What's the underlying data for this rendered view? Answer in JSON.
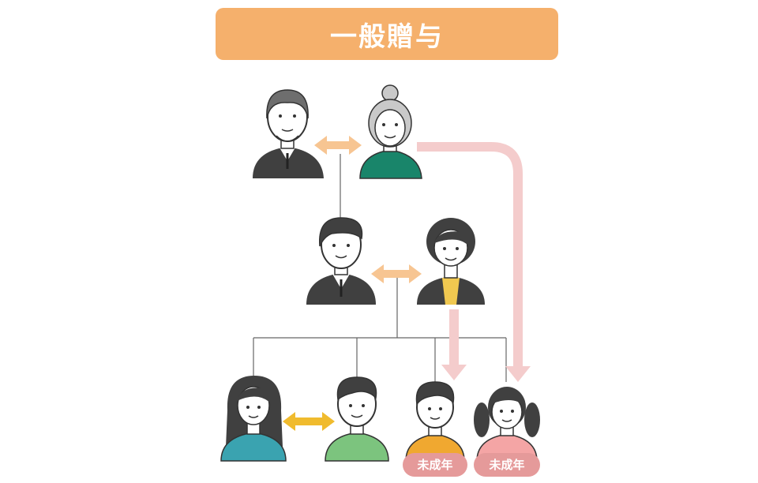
{
  "title": {
    "text": "一般贈与"
  },
  "colors": {
    "banner": "#f5b06c",
    "spouse_arrow": "#f7c592",
    "child_spouse_arrow": "#f0bb2e",
    "gift_arrow": "#f4cccc",
    "minor_badge": "#e59a9a",
    "tree_line": "#666666",
    "dark_suit": "#404040"
  },
  "badges": {
    "minor_1": "未成年",
    "minor_2": "未成年"
  }
}
